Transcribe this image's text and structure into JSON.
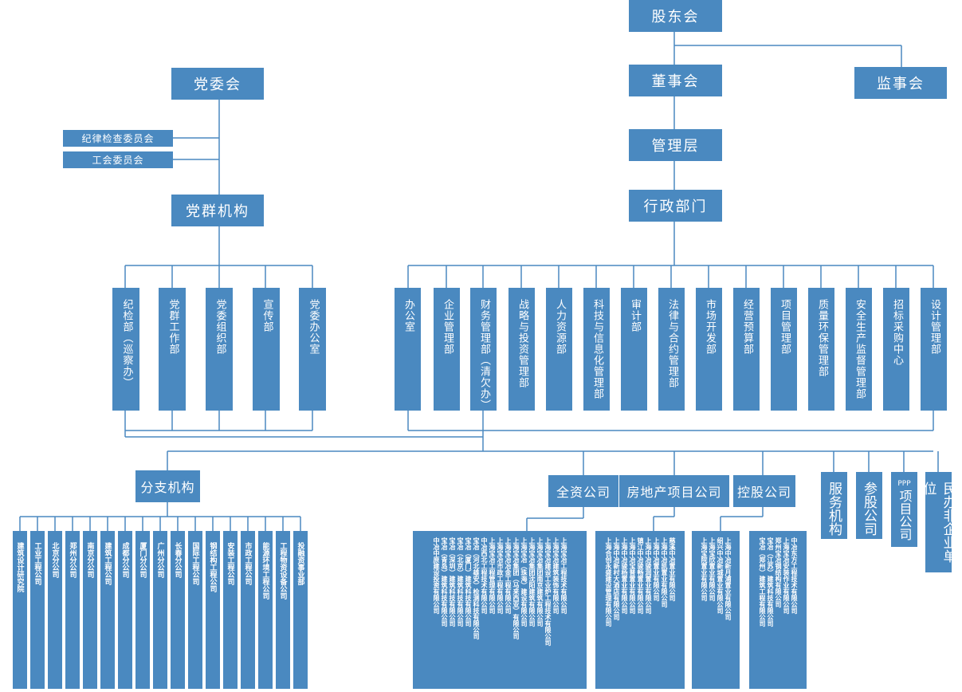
{
  "top": {
    "shareholders": "股东会",
    "board": "董事会",
    "supervisors": "监事会",
    "management": "管理层",
    "admin_depts": "行政部门"
  },
  "party": {
    "committee": "党委会",
    "discipline_committee": "纪律检查委员会",
    "union_committee": "工会委员会",
    "party_mass_org": "党群机构",
    "depts": [
      "纪检部（巡察办）",
      "党群工作部",
      "党委组织部",
      "宣传部",
      "党委办公室"
    ]
  },
  "admin": {
    "depts": [
      "办公室",
      "企业管理部",
      "财务管理部（清欠办）",
      "战略与投资管理部",
      "人力资源部",
      "科技与信息化管理部",
      "审计部",
      "法律与合约管理部",
      "市场开发部",
      "经营预算部",
      "项目管理部",
      "质量环保管理部",
      "安全生产监督管理部",
      "招标采购中心",
      "设计管理部"
    ]
  },
  "branch": {
    "title": "分支机构",
    "units": [
      "建筑设计研究院",
      "工业工程公司",
      "北京分公司",
      "郑州分公司",
      "南京分公司",
      "建筑工程公司",
      "成都分公司",
      "厦门分公司",
      "广州分公司",
      "长春分公司",
      "国际工程公司",
      "钢结构工程公司",
      "安装工程公司",
      "市政工程公司",
      "能源环境工程公司",
      "工程物资设备公司",
      "投融资事业部"
    ]
  },
  "subsidiaries": {
    "wholly_owned": "全资公司",
    "real_estate": "房地产项目公司",
    "holding": "控股公司",
    "service": "服务机构",
    "equity": "参股公司",
    "ppp_top": "PPP",
    "ppp_bottom": "项目公司",
    "private_nonenterprise": "民办非企业单位",
    "wholly_owned_list": [
      "上海宝冶工程技术有限公司",
      "上海宝冶建筑装饰有限公司",
      "上海宝冶建设工业炉工程技术有限公司",
      "上海宝冶集团南京建筑有限公司",
      "上海宝冶集团沈阳建筑有限公司",
      "上海宝冶（珠海）建设有限公司",
      "上海宝冶集团（马来西亚）有限公司",
      "上海宝冶冶金工程有限公司",
      "上海宝冶市政工程有限公司",
      "上海宝冶工程管理有限公司",
      "中冶西北工程技术有限公司",
      "宝冶（河北雄安）检测科技有限公司",
      "宝冶（厦门）建筑科技有限公司",
      "宝冶（北京）建筑科技有限公司",
      "宝冶（深圳）建筑科技有限公司",
      "宝冶（青岛）建筑科技有限公司",
      "中冶中原建设投资有限公司"
    ],
    "real_estate_list": [
      "慈溪中冶置业有限公司",
      "上海中冶凯置业有限公司",
      "上海中冶置业有限公司",
      "上海中冶骏润置业有限公司",
      "镇江中冶骏畅置业有限公司",
      "上海中冶宝普置业有限公司",
      "上海中冶骏杨置业有限公司",
      "上海中冶新村大酒店有限公司",
      "上海合创永盛建设管理有限公司"
    ],
    "holding_list_a": [
      "上海中冶新月浦置业有限公司",
      "绍兴中冶新城置业有限公司",
      "上海宝欣置业有限公司",
      "上海宝院置业有限公司"
    ],
    "holding_list_b": [
      "中冶东方工程技术有限公司",
      "上海宝冶安装作业有限公司",
      "郑州宝冶钢结构有限公司",
      "宝冶（江苏）建筑科技有限公司",
      "宝冶（郑州）建筑工程有限公司"
    ]
  }
}
